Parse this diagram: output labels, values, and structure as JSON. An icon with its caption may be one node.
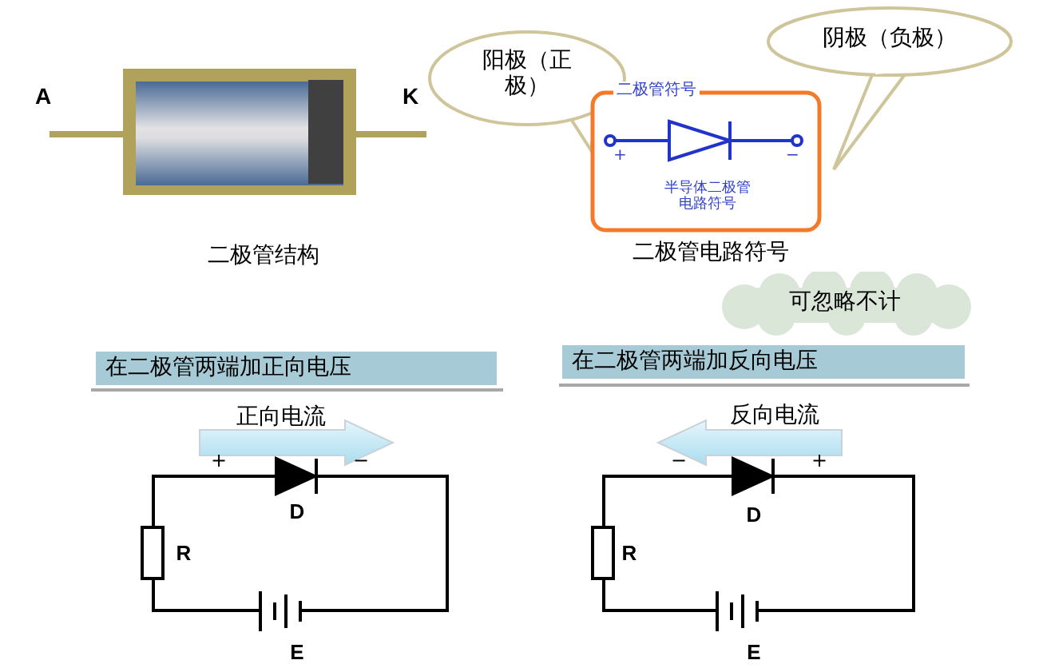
{
  "diagram": {
    "nodes": [
      {
        "text": [
          "阳极（正极）"
        ]
      },
      {
        "text": [
          "阴极（负极）"
        ]
      },
      {
        "text": [
          "二极管符号",
          "+",
          "−",
          "半导体二极管电路符号"
        ]
      },
      {
        "text": [
          "可忽略不计"
        ]
      },
      {
        "text": [
          "在二极管两端加正向电压"
        ]
      },
      {
        "text": [
          "在二极管两端加反向电压"
        ]
      }
    ],
    "labels": [
      "A",
      "K",
      "二极管结构",
      "二极管电路符号",
      "正向电流",
      "+",
      "−",
      "D",
      "R",
      "E",
      "反向电流",
      "−",
      "+",
      "D",
      "R",
      "E"
    ]
  }
}
